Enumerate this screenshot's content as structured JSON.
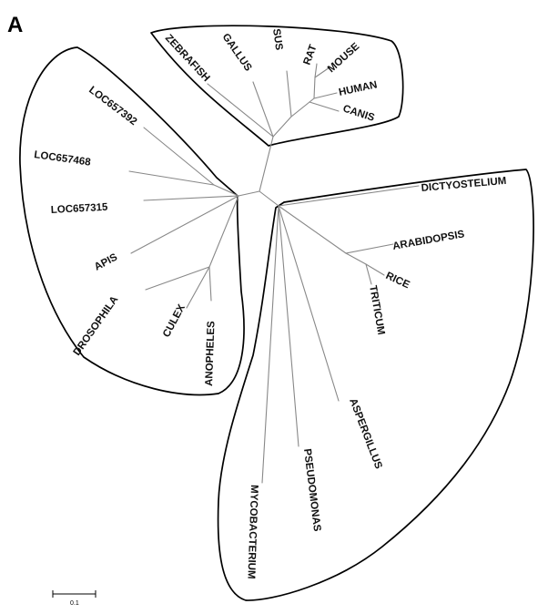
{
  "panel_label": "A",
  "scale_bar": {
    "label": "0.1"
  },
  "groups": [
    {
      "id": "vertebrates",
      "taxa": [
        {
          "key": "zebrafish",
          "label": "ZEBRAFISH"
        },
        {
          "key": "gallus",
          "label": "GALLUS"
        },
        {
          "key": "sus",
          "label": "SUS"
        },
        {
          "key": "rat",
          "label": "RAT"
        },
        {
          "key": "mouse",
          "label": "MOUSE"
        },
        {
          "key": "human",
          "label": "HUMAN"
        },
        {
          "key": "canis",
          "label": "CANIS"
        }
      ]
    },
    {
      "id": "insects",
      "taxa": [
        {
          "key": "loc657392",
          "label": "LOC657392"
        },
        {
          "key": "loc657468",
          "label": "LOC657468"
        },
        {
          "key": "loc657315",
          "label": "LOC657315"
        },
        {
          "key": "apis",
          "label": "APIS"
        },
        {
          "key": "drosophila",
          "label": "DROSOPHILA"
        },
        {
          "key": "culex",
          "label": "CULEX"
        },
        {
          "key": "anopheles",
          "label": "ANOPHELES"
        }
      ]
    },
    {
      "id": "other",
      "taxa": [
        {
          "key": "dictyostelium",
          "label": "DICTYOSTELIUM"
        },
        {
          "key": "arabidopsis",
          "label": "ARABIDOPSIS"
        },
        {
          "key": "rice",
          "label": "RICE"
        },
        {
          "key": "triticum",
          "label": "TRITICUM"
        },
        {
          "key": "aspergillus",
          "label": "ASPERGILLUS"
        },
        {
          "key": "pseudomonas",
          "label": "PSEUDOMONAS"
        },
        {
          "key": "mycobacterium",
          "label": "MYCOBACTERIUM"
        }
      ]
    }
  ]
}
